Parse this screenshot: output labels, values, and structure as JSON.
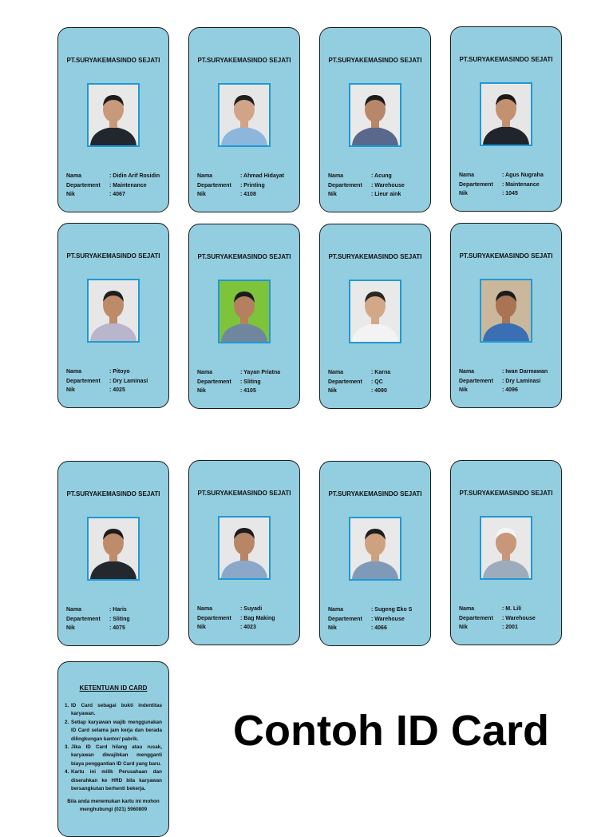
{
  "labels": {
    "nama": "Nama",
    "departement": "Departement",
    "nik": "Nik"
  },
  "cards": [
    {
      "company": "PT.SURYAKEMASINDO SEJATI",
      "nama": ": Didin Arif Rosidin",
      "departement": ": Maintenance",
      "nik": ": 4067"
    },
    {
      "company": "PT.SURYAKEMASINDO SEJATI",
      "nama": ": Ahmad Hidayat",
      "departement": ": Printing",
      "nik": ": 4108"
    },
    {
      "company": "PT.SURYAKEMASINDO SEJATI",
      "nama": ": Acung",
      "departement": ": Warehouse",
      "nik": ": Lieur aink"
    },
    {
      "company": "PT.SURYAKEMASINDO SEJATI",
      "nama": ": Agus Nugraha",
      "departement": ": Maintenance",
      "nik": ": 1045"
    },
    {
      "company": "PT.SURYAKEMASINDO SEJATI",
      "nama": ": Pitoyo",
      "departement": ": Dry Laminasi",
      "nik": ": 4025"
    },
    {
      "company": "PT.SURYAKEMASINDO SEJATI",
      "nama": ": Yayan Priatna",
      "departement": ": Sliting",
      "nik": ": 4105"
    },
    {
      "company": "PT.SURYAKEMASINDO SEJATI",
      "nama": ": Karna",
      "departement": ": QC",
      "nik": ": 4090"
    },
    {
      "company": "PT.SURYAKEMASINDO SEJATI",
      "nama": ": Iwan Darmawan",
      "departement": ": Dry Laminasi",
      "nik": ": 4096"
    },
    {
      "company": "PT.SURYAKEMASINDO SEJATI",
      "nama": ": Haris",
      "departement": ": Sliting",
      "nik": ": 4075"
    },
    {
      "company": "PT.SURYAKEMASINDO SEJATI",
      "nama": ": Suyadi",
      "departement": ": Bag Making",
      "nik": ": 4023"
    },
    {
      "company": "PT.SURYAKEMASINDO SEJATI",
      "nama": ": Sugeng Eko S",
      "departement": ": Warehouse",
      "nik": ": 4066"
    },
    {
      "company": "PT.SURYAKEMASINDO SEJATI",
      "nama": ": M. Lili",
      "departement": ": Warehouse",
      "nik": ": 2001"
    }
  ],
  "rules": {
    "title": "KETENTUAN ID CARD",
    "items": [
      {
        "num": "1.",
        "text": "ID Card sebagai bukti indentitas karyawan."
      },
      {
        "num": "2.",
        "text": "Setiap karyawan wajib menggunakan ID Card selama jam kerja dan berada dilingkungan kantor/ pabrik."
      },
      {
        "num": "3.",
        "text": "Jika ID Card hilang atau rusak, karyawan diwajibkan mengganti biaya penggantian ID Card yang baru."
      },
      {
        "num": "4.",
        "text": "Kartu ini milik Perusahaan dan diserahkan ke HRD bila karyawan bersangkutan berhenti bekerja."
      }
    ],
    "footer_line1": "Bila anda menemukan kartu ini mohon",
    "footer_line2": "menghubungi (021) 5960809"
  },
  "title": "Contoh ID Card"
}
